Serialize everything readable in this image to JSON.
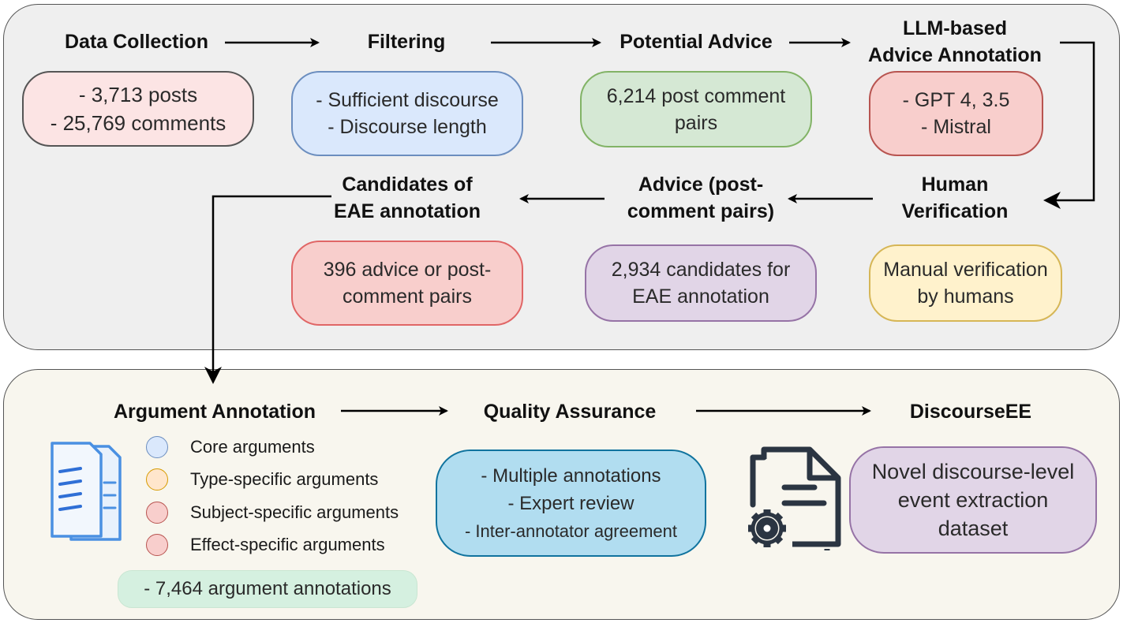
{
  "top_pipeline": {
    "headings": {
      "data_collection": "Data Collection",
      "filtering": "Filtering",
      "potential_advice": "Potential Advice",
      "llm_annotation": [
        "LLM-based",
        "Advice Annotation"
      ],
      "human_verification": [
        "Human",
        "Verification"
      ],
      "advice_pairs": [
        "Advice (post-",
        "comment pairs)"
      ],
      "eae_candidates": [
        "Candidates of",
        "EAE annotation"
      ]
    },
    "boxes": {
      "data_collection": [
        "- 3,713 posts",
        "- 25,769 comments"
      ],
      "filtering": [
        "- Sufficient discourse",
        "- Discourse length"
      ],
      "potential_advice": [
        "6,214 post comment",
        "pairs"
      ],
      "llm_annotation": [
        "- GPT 4, 3.5",
        "- Mistral"
      ],
      "human_verification": [
        "Manual verification",
        "by humans"
      ],
      "advice_pairs": [
        "2,934 candidates for",
        "EAE annotation"
      ],
      "eae_candidates": [
        "396 advice or post-",
        "comment pairs"
      ]
    }
  },
  "bottom_pipeline": {
    "headings": {
      "argument_annotation": "Argument Annotation",
      "quality_assurance": "Quality Assurance",
      "discourseee": "DiscourseEE"
    },
    "legend": [
      {
        "label": "Core arguments",
        "color": "#dae8fc",
        "border": "#6c8ebf"
      },
      {
        "label": "Type-specific arguments",
        "color": "#ffe6cc",
        "border": "#d79b00"
      },
      {
        "label": "Subject-specific arguments",
        "color": "#f8cecc",
        "border": "#b85450"
      },
      {
        "label": "Effect-specific arguments",
        "color": "#f8cecc",
        "border": "#b85450"
      }
    ],
    "annotation_count": "- 7,464 argument annotations",
    "quality_box": [
      "- Multiple annotations",
      "- Expert review",
      "- Inter-annotator agreement"
    ],
    "dataset_box": [
      "Novel discourse-level",
      "event extraction",
      "dataset"
    ]
  },
  "icons": {
    "documents": "documents-icon",
    "document_gear": "document-gear-icon"
  },
  "colors": {
    "pink": "#fce4e4",
    "blue": "#dae8fc",
    "green": "#d5e8d4",
    "red": "#f8cecc",
    "yellow": "#fff2cc",
    "purple": "#e1d5e7",
    "cyan": "#b1ddf0",
    "mint": "#d5f0e0"
  }
}
